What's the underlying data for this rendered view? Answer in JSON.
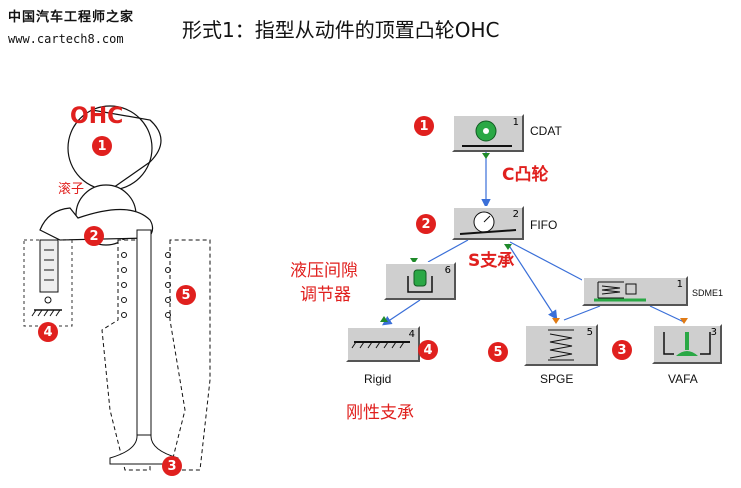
{
  "header": {
    "logo_cn": "中国汽车工程师之家",
    "logo_url": "www.cartech8.com",
    "title": "形式1：指型从动件的顶置凸轮OHC"
  },
  "mechanism": {
    "ohc_label": "OHC",
    "roller_label": "滚子",
    "badges": [
      "1",
      "2",
      "3",
      "4",
      "5"
    ]
  },
  "graph": {
    "nodes": [
      {
        "id": "cdat",
        "num": "1",
        "label": "CDAT"
      },
      {
        "id": "fifo",
        "num": "2",
        "label": "FIFO"
      },
      {
        "id": "hla",
        "num": "6",
        "label": ""
      },
      {
        "id": "sdme",
        "num": "1",
        "label": "SDME1"
      },
      {
        "id": "rigid",
        "num": "4",
        "label": "Rigid"
      },
      {
        "id": "spge",
        "num": "5",
        "label": "SPGE"
      },
      {
        "id": "vafa",
        "num": "3",
        "label": "VAFA"
      }
    ],
    "annotations": {
      "cam": "C凸轮",
      "s_support": "S支承",
      "hla_line1": "液压间隙",
      "hla_line2": "调节器",
      "rigid_support": "刚性支承"
    },
    "badges": {
      "cdat": "1",
      "fifo": "2",
      "rigid": "4",
      "spge": "5",
      "vafa": "3"
    },
    "colors": {
      "accent": "#e0201e",
      "node": "#cfcfcf",
      "arrow_blue": "#3a6fd8",
      "port_green": "#1f8a2a",
      "port_orange": "#e07a14"
    }
  }
}
